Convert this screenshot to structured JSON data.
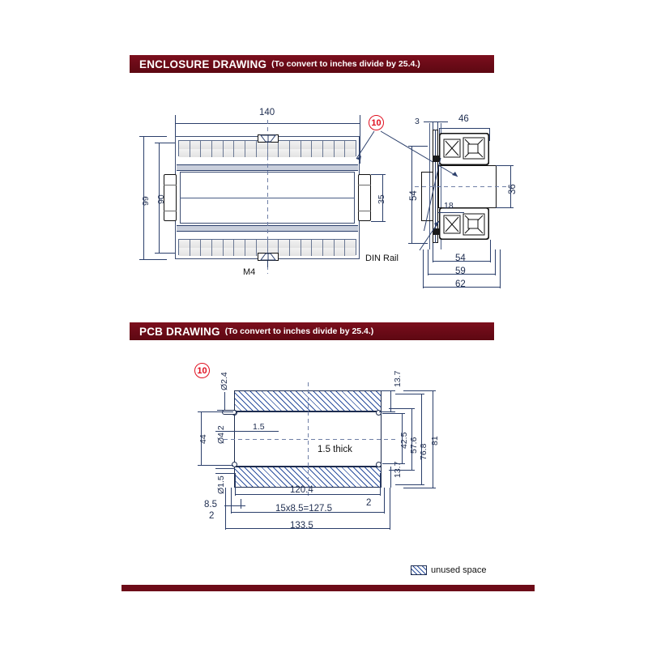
{
  "page": {
    "background": "#ffffff",
    "accent_color": "#6d0b18",
    "dimension_color": "#1d2c4f",
    "callout_color": "#e01020"
  },
  "sections": [
    {
      "id": "enclosure",
      "title_main": "ENCLOSURE DRAWING",
      "title_sub": "(To convert to inches divide by 25.4.)"
    },
    {
      "id": "pcb",
      "title_main": "PCB DRAWING",
      "title_sub": "(To convert to inches divide by 25.4.)"
    }
  ],
  "enclosure_drawing": {
    "callout": "10",
    "labels": {
      "m4": "M4",
      "din_rail": "DIN Rail"
    },
    "front_view_dimensions": {
      "width_overall": "140",
      "height_overall": "99",
      "height_body": "90",
      "depth_tab": "35"
    },
    "side_view_dimensions": {
      "front_plate_thickness": "3",
      "terminal_depth": "46",
      "overall_height": "54",
      "inner_height": "36",
      "inner_depth": "18",
      "body_depth": "54",
      "depth_mid": "59",
      "depth_total": "62"
    }
  },
  "pcb_drawing": {
    "callout": "10",
    "thickness_note": "1.5 thick",
    "dimensions": {
      "hole_dia_2_4": "Ø2.4",
      "hole_dia_4_2": "Ø4.2",
      "hole_dia_1_5": "Ø1.5",
      "left_height_44": "44",
      "edge_offset_1_5": "1.5",
      "top_inset_13_7": "13.7",
      "bottom_inset_13_7": "13.7",
      "height_42_5": "42.5",
      "height_57_6": "57.6",
      "height_76_8": "76.8",
      "height_81": "81",
      "width_120_4": "120.4",
      "pitch_note": "15x8.5=127.5",
      "width_133_5": "133.5",
      "left_offset_8_5": "8.5",
      "left_offset_2": "2",
      "right_offset_2": "2"
    }
  },
  "legend": {
    "items": [
      {
        "icon": "hatch-swatch",
        "label": "unused space"
      }
    ]
  }
}
